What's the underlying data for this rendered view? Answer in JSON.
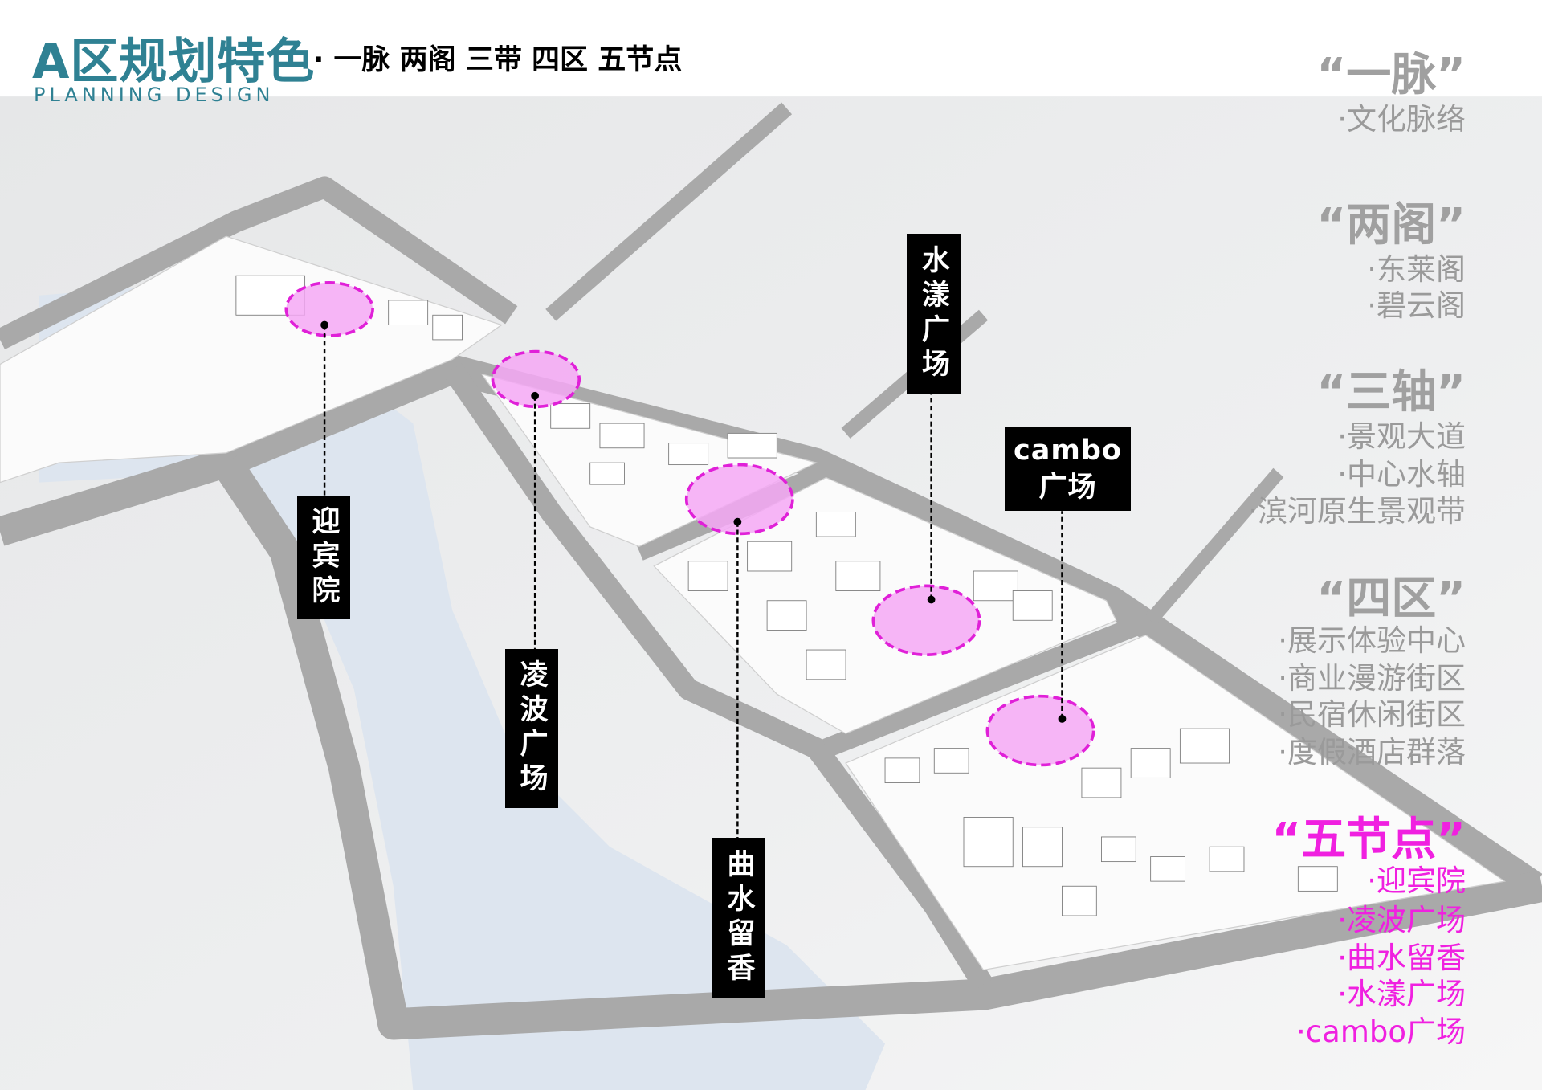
{
  "header": {
    "title": "A区规划特色",
    "subtitle": "· 一脉 两阁 三带 四区 五节点",
    "english": "PLANNING DESIGN"
  },
  "nodes": [
    {
      "label": "迎宾院"
    },
    {
      "label": "凌波广场"
    },
    {
      "label": "曲水留香"
    },
    {
      "label": "水漾广场"
    },
    {
      "label_line1": "cambo",
      "label_line2": "广场"
    }
  ],
  "legend": {
    "yimai": {
      "heading": "“一脉”",
      "items": [
        "·文化脉络"
      ]
    },
    "liangge": {
      "heading": "“两阁”",
      "items": [
        "·东莱阁",
        "·碧云阁"
      ]
    },
    "sanzhou": {
      "heading": "“三轴”",
      "items": [
        "·景观大道",
        "·中心水轴",
        "·滨河原生景观带"
      ]
    },
    "siqu": {
      "heading": "“四区”",
      "items": [
        "·展示体验中心",
        "·商业漫游街区",
        "·民宿休闲街区",
        "·度假酒店群落"
      ]
    },
    "wujiedian": {
      "heading": "“五节点”",
      "items": [
        "·迎宾院",
        "·凌波广场",
        "·曲水留香",
        "·水漾广场",
        "·cambo广场"
      ]
    }
  },
  "colors": {
    "accent": "#2f8193",
    "highlight": "#f020e0",
    "node_fill": "#f4a8f4"
  }
}
